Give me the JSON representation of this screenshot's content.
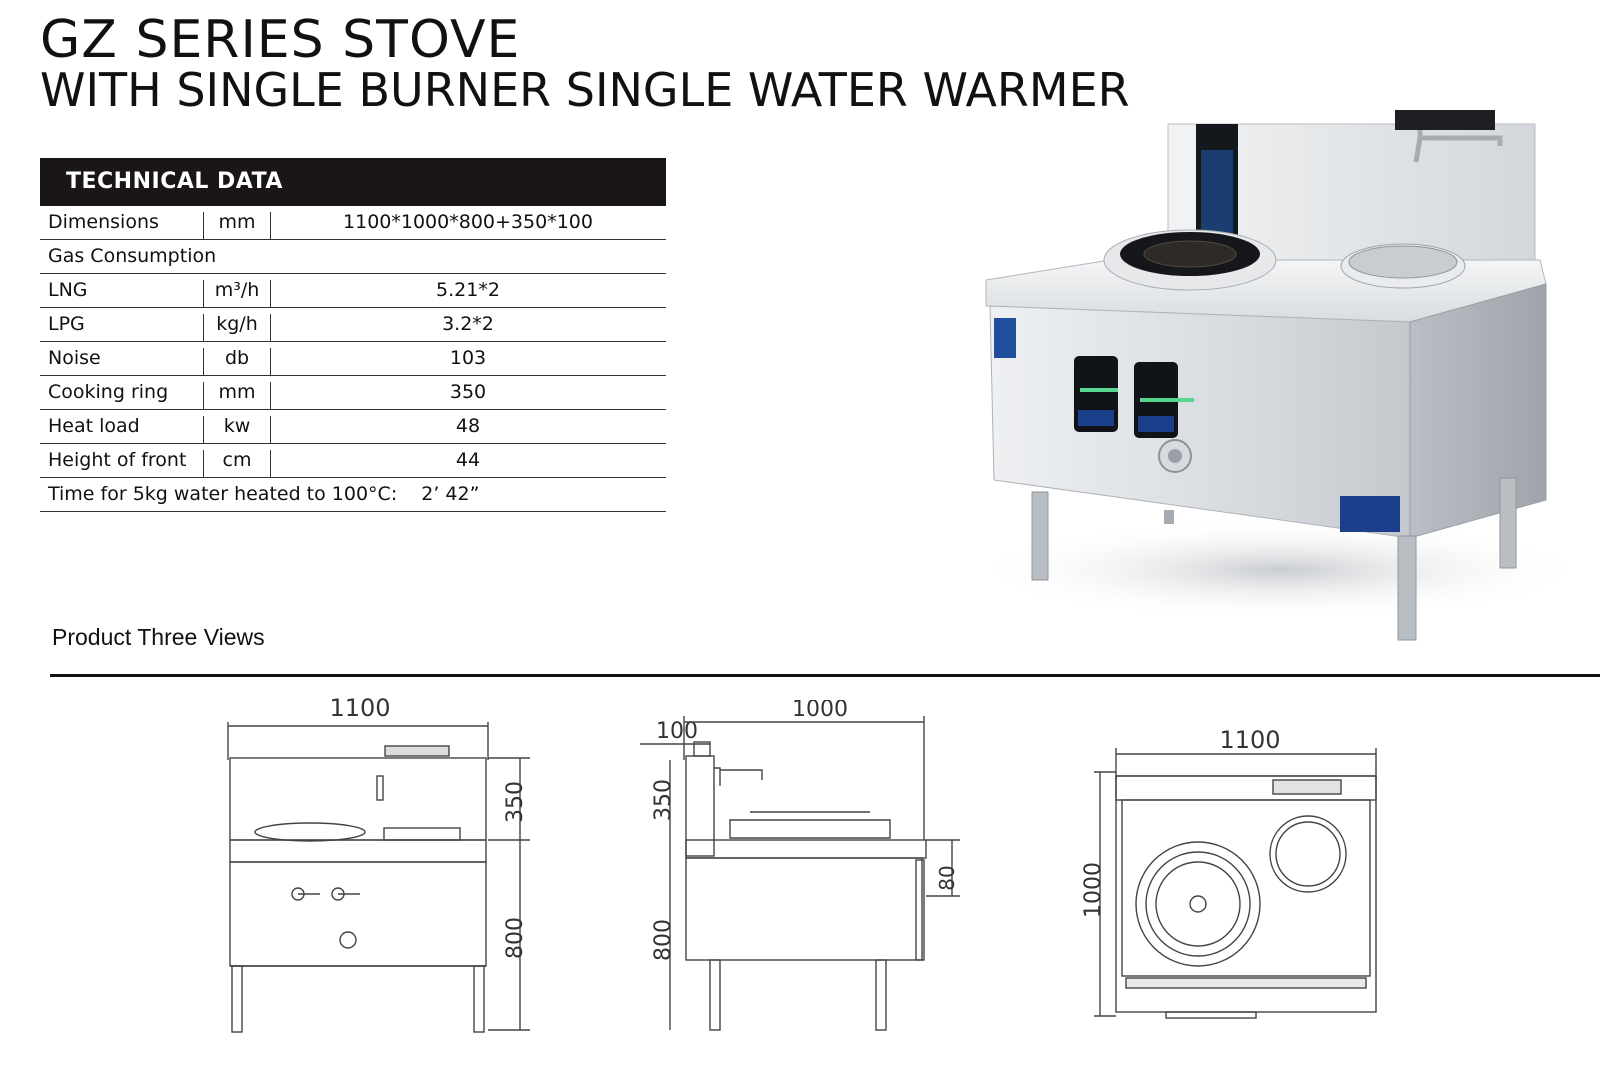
{
  "header": {
    "title_line1": "GZ SERIES STOVE",
    "title_line2": "WITH SINGLE BURNER SINGLE WATER WARMER"
  },
  "spec_table": {
    "heading": "TECHNICAL DATA",
    "dimensions": {
      "label": "Dimensions",
      "unit": "mm",
      "value": "1100*1000*800+350*100"
    },
    "gas_consumption_label": "Gas Consumption",
    "lng": {
      "label": "LNG",
      "unit": "m³/h",
      "value": "5.21*2"
    },
    "lpg": {
      "label": "LPG",
      "unit": "kg/h",
      "value": "3.2*2"
    },
    "noise": {
      "label": "Noise",
      "unit": "db",
      "value": "103"
    },
    "cooking_ring": {
      "label": "Cooking ring",
      "unit": "mm",
      "value": "350"
    },
    "heat_load": {
      "label": "Heat load",
      "unit": "kw",
      "value": "48"
    },
    "height_front": {
      "label": "Height of front",
      "unit": "cm",
      "value": "44"
    },
    "time": {
      "label": "Time for 5kg water heated to 100°C:",
      "value": "2’ 42”"
    }
  },
  "views": {
    "section_label": "Product Three Views",
    "front": {
      "width": "1100",
      "upper_height": "350",
      "lower_height": "800"
    },
    "side": {
      "depth": "1000",
      "offset": "100",
      "upper_height": "350",
      "lower_height": "800",
      "front_height": "80"
    },
    "top": {
      "width": "1100",
      "depth": "1000"
    }
  },
  "colors": {
    "header_bg": "#1a1616",
    "steel_light": "#e6e9ec",
    "steel_dark": "#a3a9af",
    "panel_blue": "#1c3f8c"
  }
}
